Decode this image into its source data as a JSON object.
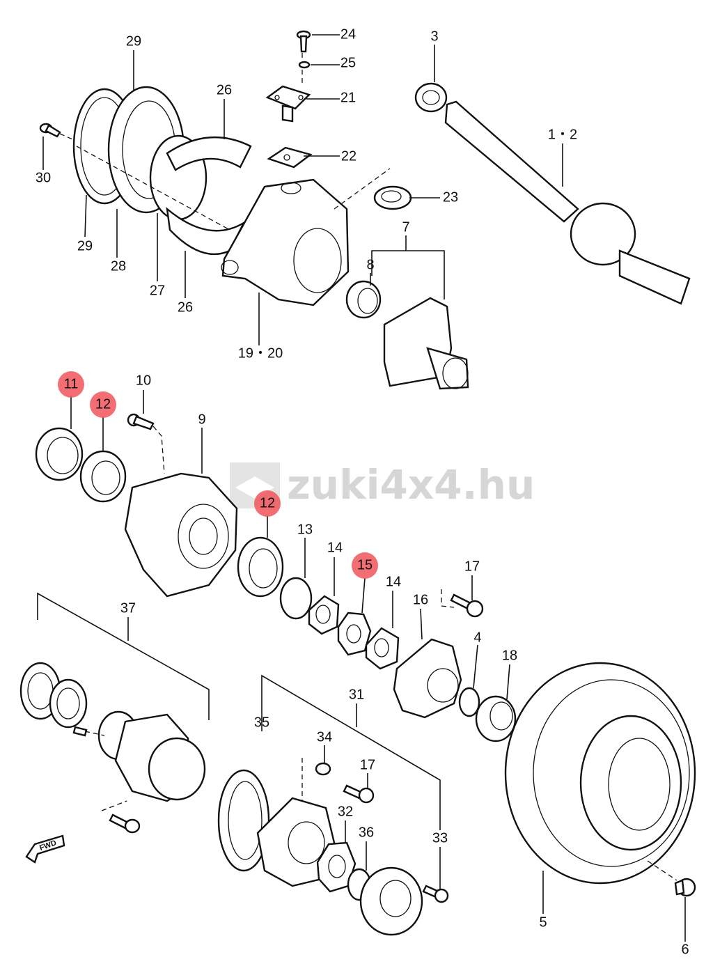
{
  "watermark": "zuki4x4.hu",
  "fwd_label": "FWD",
  "highlight_color": "#f0555a",
  "labels": [
    {
      "id": "24",
      "text": "24"
    },
    {
      "id": "25",
      "text": "25"
    },
    {
      "id": "21",
      "text": "21"
    },
    {
      "id": "22",
      "text": "22"
    },
    {
      "id": "23",
      "text": "23"
    },
    {
      "id": "3",
      "text": "3"
    },
    {
      "id": "1-2",
      "text": "1・2"
    },
    {
      "id": "29a",
      "text": "29"
    },
    {
      "id": "26a",
      "text": "26"
    },
    {
      "id": "30",
      "text": "30"
    },
    {
      "id": "29b",
      "text": "29"
    },
    {
      "id": "28",
      "text": "28"
    },
    {
      "id": "27",
      "text": "27"
    },
    {
      "id": "26b",
      "text": "26"
    },
    {
      "id": "19-20",
      "text": "19・20"
    },
    {
      "id": "7",
      "text": "7"
    },
    {
      "id": "8",
      "text": "8"
    },
    {
      "id": "11",
      "text": "11",
      "highlight": true
    },
    {
      "id": "12a",
      "text": "12",
      "highlight": true
    },
    {
      "id": "10",
      "text": "10"
    },
    {
      "id": "9",
      "text": "9"
    },
    {
      "id": "12b",
      "text": "12",
      "highlight": true
    },
    {
      "id": "13",
      "text": "13"
    },
    {
      "id": "14a",
      "text": "14"
    },
    {
      "id": "15",
      "text": "15",
      "highlight": true
    },
    {
      "id": "14b",
      "text": "14"
    },
    {
      "id": "17a",
      "text": "17"
    },
    {
      "id": "16",
      "text": "16"
    },
    {
      "id": "4",
      "text": "4"
    },
    {
      "id": "18",
      "text": "18"
    },
    {
      "id": "37",
      "text": "37"
    },
    {
      "id": "31",
      "text": "31"
    },
    {
      "id": "35",
      "text": "35"
    },
    {
      "id": "34",
      "text": "34"
    },
    {
      "id": "17b",
      "text": "17"
    },
    {
      "id": "32",
      "text": "32"
    },
    {
      "id": "36",
      "text": "36"
    },
    {
      "id": "33",
      "text": "33"
    },
    {
      "id": "5",
      "text": "5"
    },
    {
      "id": "6",
      "text": "6"
    }
  ]
}
